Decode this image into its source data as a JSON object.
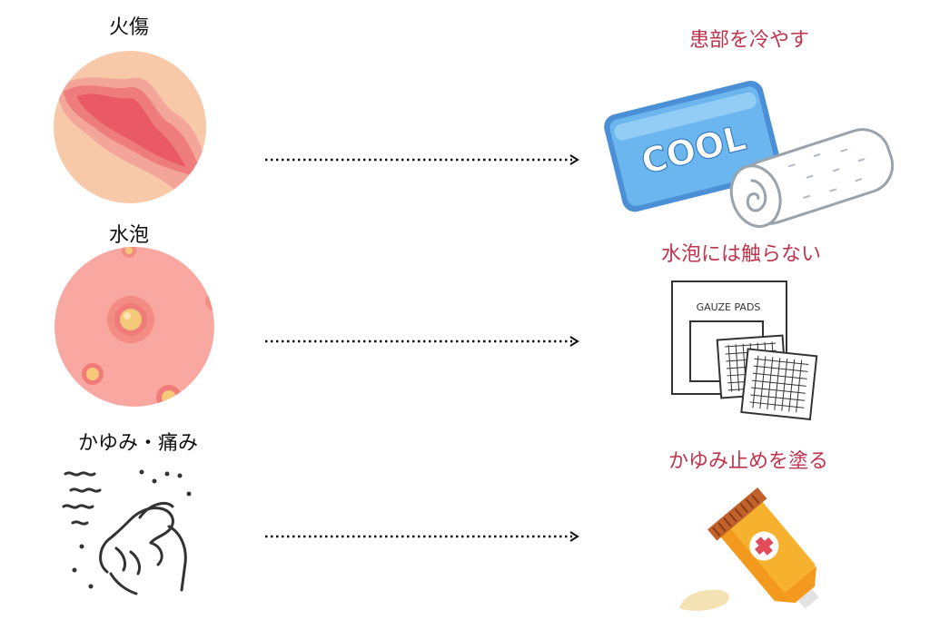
{
  "rows": [
    {
      "symptom": "火傷",
      "treatment": "患部を冷やす",
      "treatment_item": {
        "pack_text": "COOL"
      }
    },
    {
      "symptom": "水泡",
      "treatment": "水泡には触らない",
      "treatment_item": {
        "pack_text": "GAUZE PADS"
      }
    },
    {
      "symptom": "かゆみ・痛み",
      "treatment": "かゆみ止めを塗る",
      "treatment_item": {}
    }
  ],
  "colors": {
    "treatment_text": "#c0334d",
    "symptom_text": "#111111",
    "burn_skin": "#f7c9a8",
    "burn_red": "#ef6a6a",
    "blister_skin": "#f8a8a0",
    "cool_pack": "#5aa8e6",
    "tube_orange": "#f08a1c"
  }
}
